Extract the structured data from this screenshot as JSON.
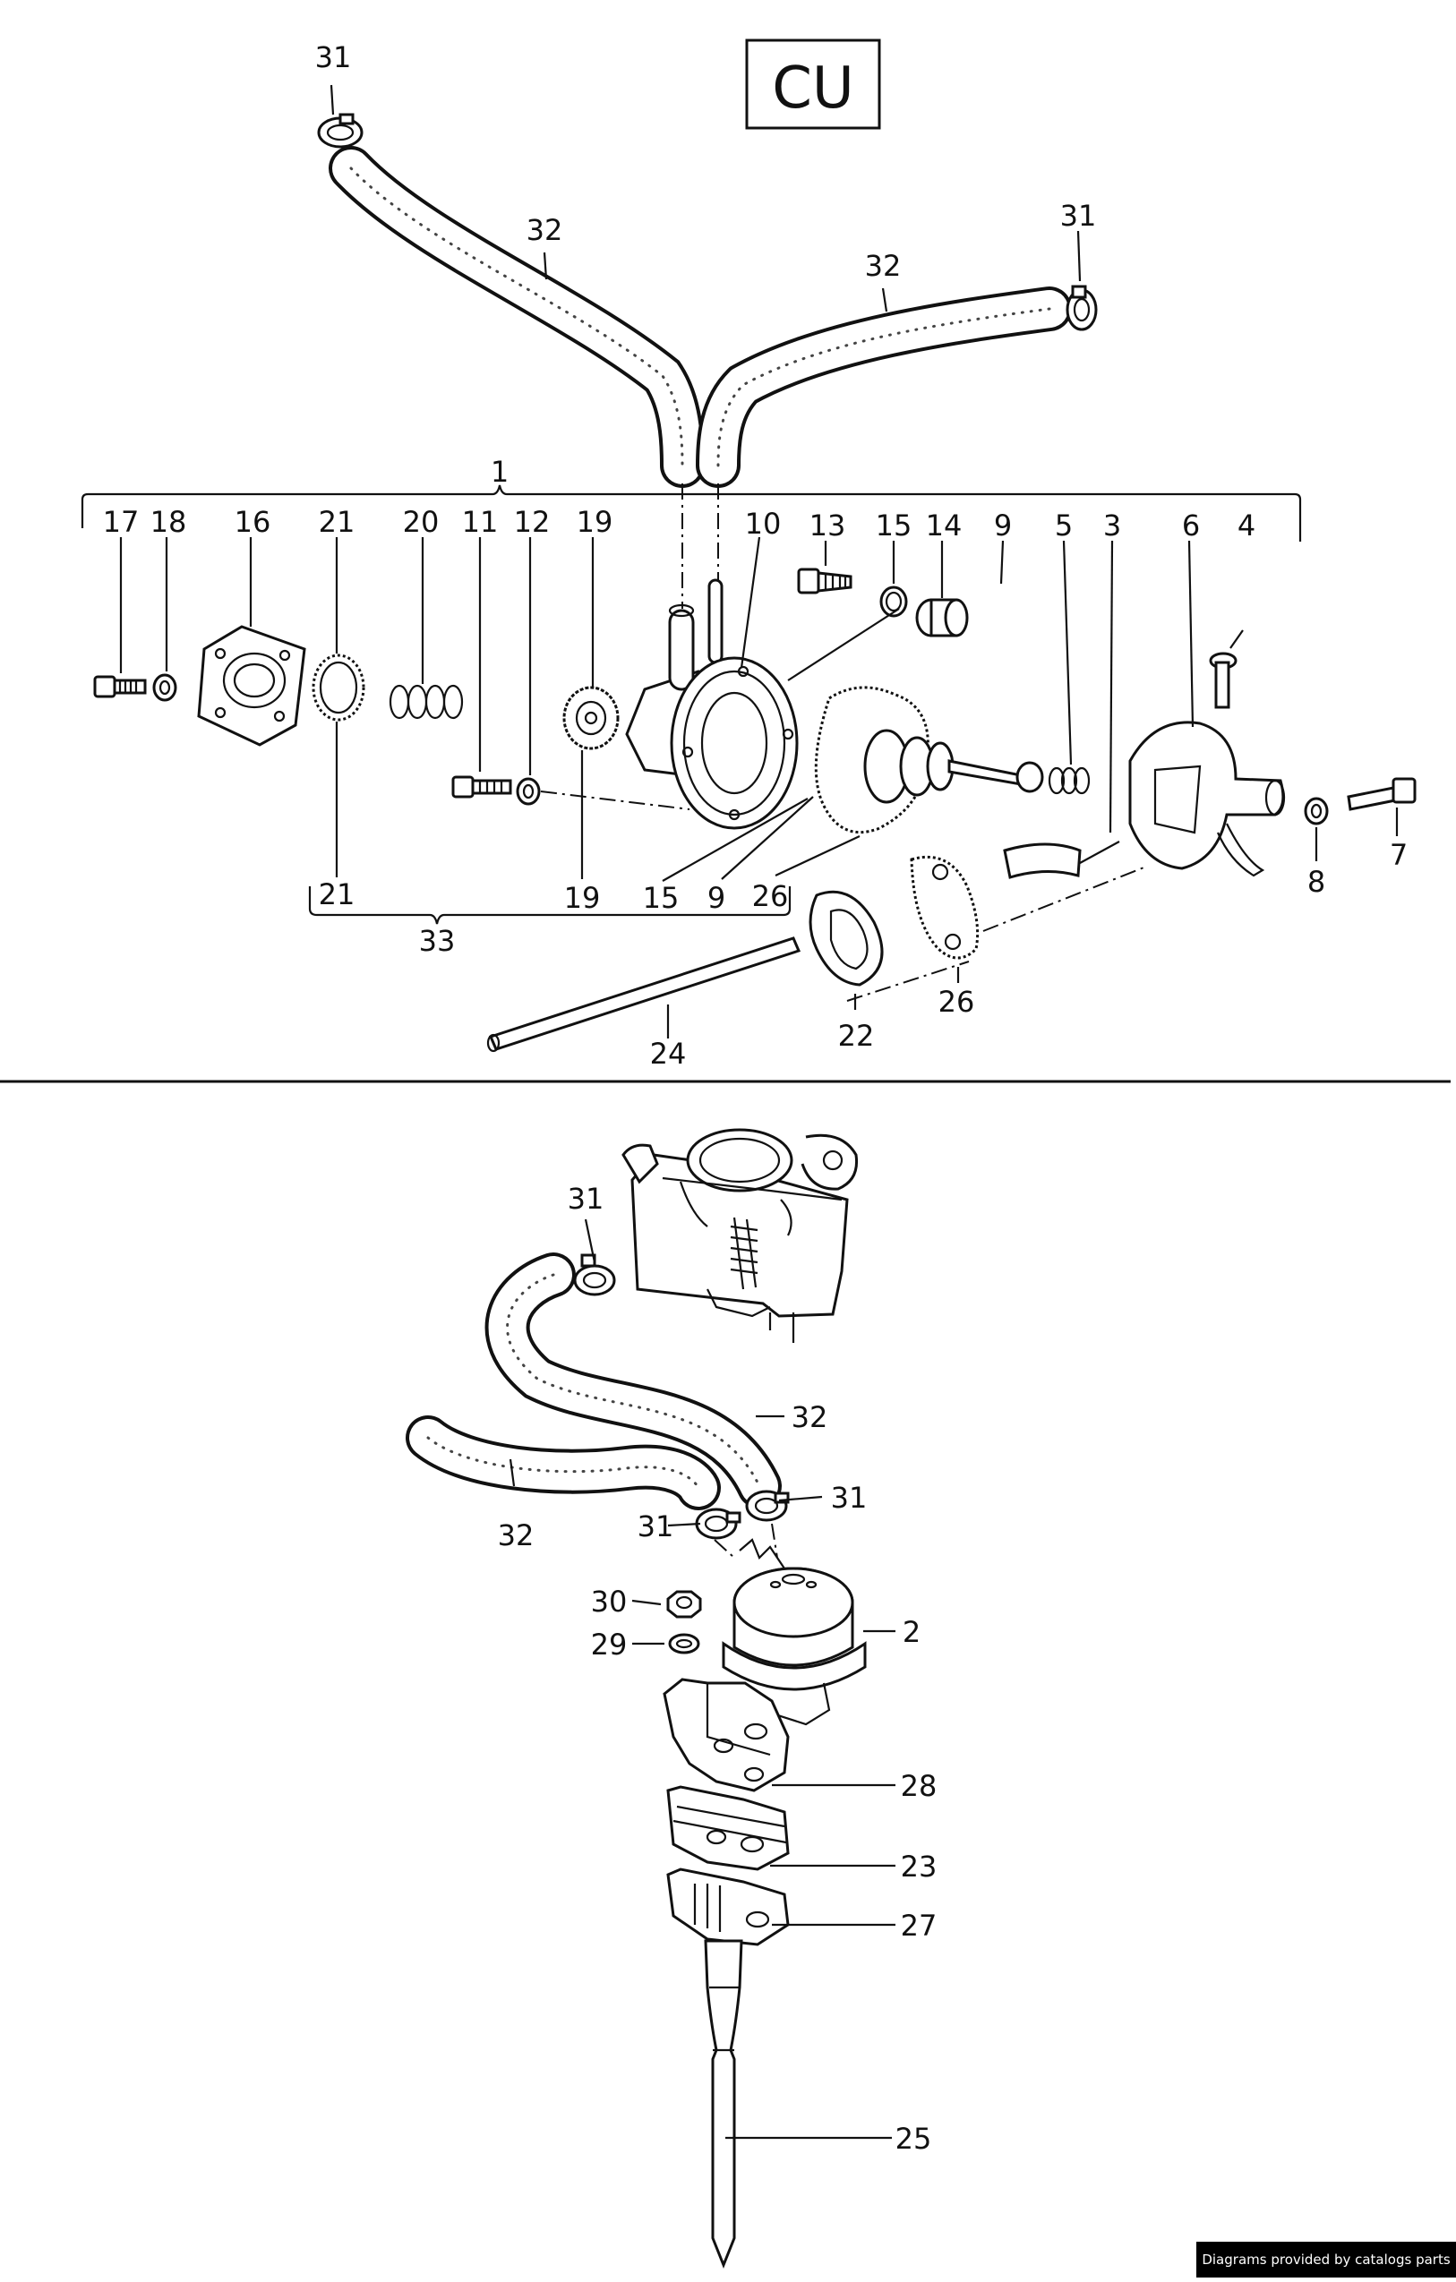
{
  "code_box": "CU",
  "credit": "Diagrams provided by catalogs parts",
  "labels": {
    "l1": "1",
    "l2": "2",
    "l3": "3",
    "l4": "4",
    "l5": "5",
    "l6": "6",
    "l7": "7",
    "l8": "8",
    "l9": "9",
    "l10": "10",
    "l11": "11",
    "l12": "12",
    "l13": "13",
    "l14": "14",
    "l15": "15",
    "l16": "16",
    "l17": "17",
    "l18": "18",
    "l19": "19",
    "l20": "20",
    "l21": "21",
    "l22": "22",
    "l23": "23",
    "l24": "24",
    "l25": "25",
    "l26": "26",
    "l27": "27",
    "l28": "28",
    "l29": "29",
    "l30": "30",
    "l31": "31",
    "l32": "32",
    "l33": "33"
  }
}
